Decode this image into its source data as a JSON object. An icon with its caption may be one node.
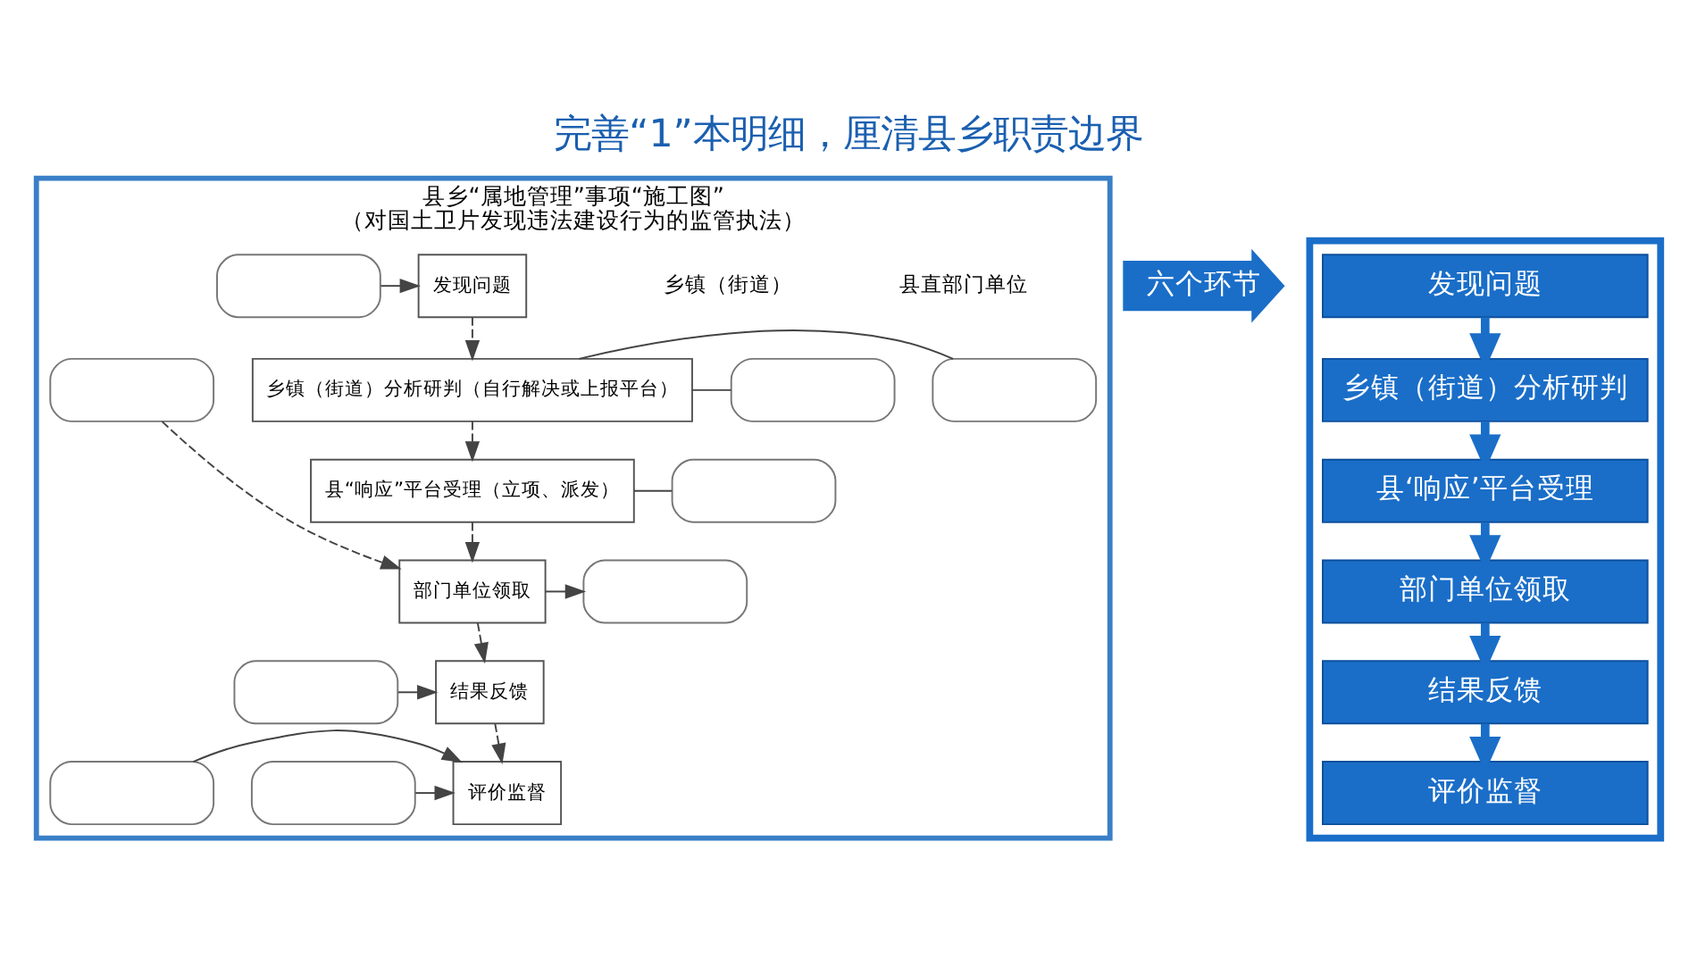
{
  "diagram": {
    "title": "完善“1”本明细，厘清县乡职责边界",
    "nodes": [
      {
        "text": [
          "县乡“属地管理”事项“施工图”",
          "（对国土卫片发现违法建设行为的监管执法）"
        ]
      },
      {
        "text": [
          "发现问题"
        ],
        "in": 0
      },
      {
        "text": [
          "乡镇（街道）分析研判（自行解决或上报平台）"
        ],
        "in": 0
      },
      {
        "text": [
          "县“响应”平台受理（立项、派发）"
        ],
        "in": 0
      },
      {
        "text": [
          "部门单位领取"
        ],
        "in": 0
      },
      {
        "text": [
          "结果反馈"
        ],
        "in": 0
      },
      {
        "text": [
          "评价监督"
        ],
        "in": 0
      },
      {
        "text": [],
        "shape": "box",
        "in": 0
      },
      {
        "text": [],
        "shape": "box",
        "in": 0
      },
      {
        "text": [],
        "shape": "box",
        "in": 0
      },
      {
        "text": [],
        "shape": "box",
        "in": 0
      },
      {
        "text": [],
        "shape": "box",
        "in": 0
      },
      {
        "text": [],
        "shape": "box",
        "in": 0
      },
      {
        "text": [],
        "shape": "box",
        "in": 0
      },
      {
        "text": [],
        "shape": "box",
        "in": 0
      },
      {
        "text": [],
        "shape": "box",
        "in": 0
      },
      {
        "text": [
          "六个环节"
        ]
      },
      {
        "text": [],
        "shape": "box"
      },
      {
        "text": [
          "发现问题"
        ],
        "in": 17
      },
      {
        "text": [
          "乡镇（街道）分析研判"
        ],
        "in": 17
      },
      {
        "text": [
          "县‘响应’平台受理"
        ],
        "in": 17
      },
      {
        "text": [
          "部门单位领取"
        ],
        "in": 17
      },
      {
        "text": [
          "结果反馈"
        ],
        "in": 17
      },
      {
        "text": [
          "评价监督"
        ],
        "in": 17
      }
    ],
    "edges": [
      {
        "from": 11,
        "to": 1,
        "arrow": "to"
      },
      {
        "from": 1,
        "to": 2,
        "arrow": "to",
        "style": "dashed"
      },
      {
        "from": 2,
        "to": 12,
        "arrow": "none"
      },
      {
        "from": 2,
        "to": 13,
        "arrow": "none"
      },
      {
        "from": 2,
        "to": 3,
        "arrow": "to",
        "style": "dashed"
      },
      {
        "from": 3,
        "to": 14,
        "arrow": "none"
      },
      {
        "from": 3,
        "to": 4,
        "arrow": "to",
        "style": "dashed"
      },
      {
        "from": 7,
        "to": 4,
        "arrow": "to",
        "style": "dashed"
      },
      {
        "from": 4,
        "to": 8,
        "arrow": "to"
      },
      {
        "from": 4,
        "to": 5,
        "arrow": "to",
        "style": "dashed"
      },
      {
        "from": 9,
        "to": 5,
        "arrow": "to"
      },
      {
        "from": 5,
        "to": 6,
        "arrow": "to",
        "style": "dashed"
      },
      {
        "from": 10,
        "to": 6,
        "arrow": "to"
      },
      {
        "from": 15,
        "to": 6,
        "arrow": "to"
      },
      {
        "from": 18,
        "to": 19,
        "arrow": "to",
        "style": "thick",
        "color": "#1a6ec8"
      },
      {
        "from": 19,
        "to": 20,
        "arrow": "to",
        "style": "thick",
        "color": "#1a6ec8"
      },
      {
        "from": 20,
        "to": 21,
        "arrow": "to",
        "style": "thick",
        "color": "#1a6ec8"
      },
      {
        "from": 21,
        "to": 22,
        "arrow": "to",
        "style": "thick",
        "color": "#1a6ec8"
      },
      {
        "from": 22,
        "to": 23,
        "arrow": "to",
        "style": "thick",
        "color": "#1a6ec8"
      }
    ],
    "labels": [
      "县直部门单位",
      "乡镇（街道）"
    ]
  }
}
